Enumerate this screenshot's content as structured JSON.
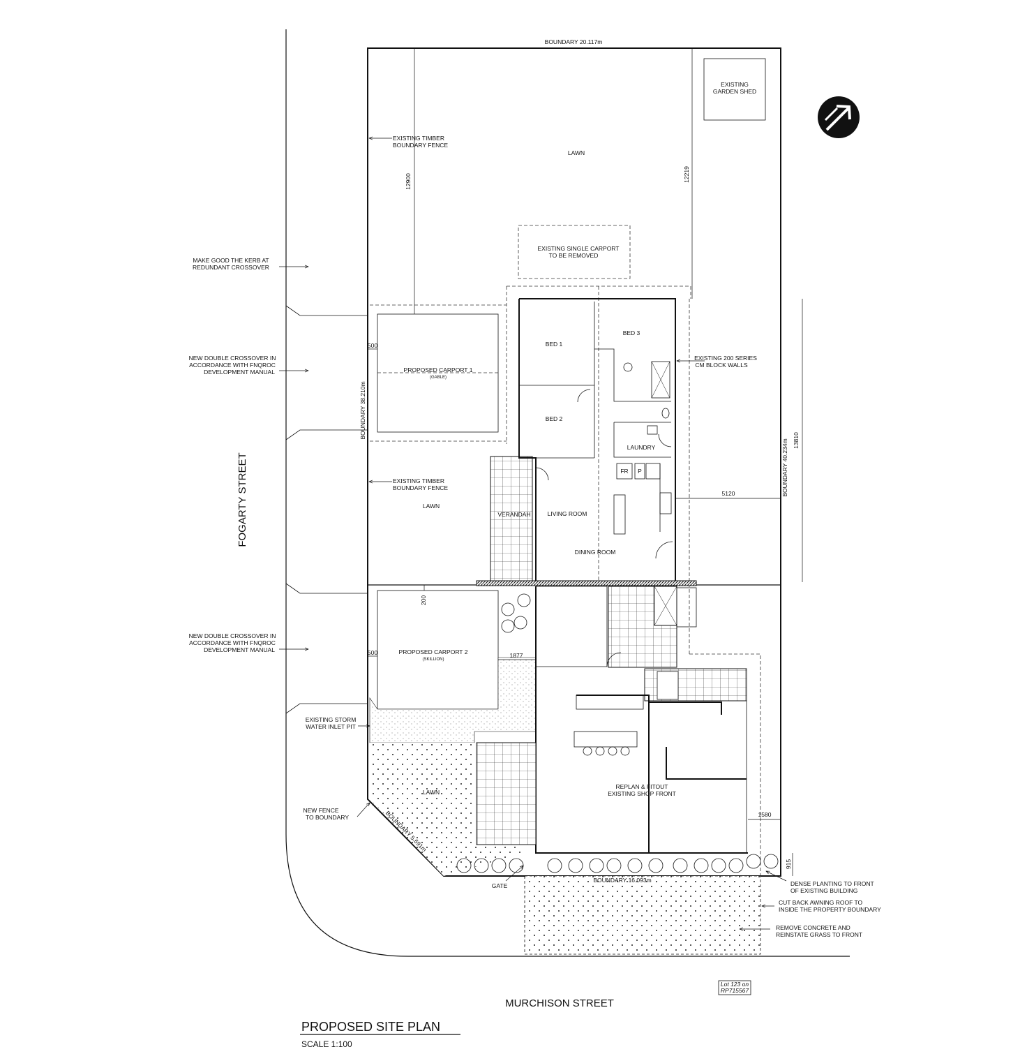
{
  "streets": {
    "left": "FOGARTY STREET",
    "bottom": "MURCHISON STREET"
  },
  "boundaries": {
    "top": "BOUNDARY 20.117m",
    "left": "BOUNDARY 38.210m",
    "right": "BOUNDARY 40.234m",
    "bottom": "BOUNDARY 16.093m",
    "corner": "BOUNDARY 5.691m"
  },
  "dimensions": {
    "d12900": "12900",
    "d12219": "12219",
    "d500a": "500",
    "d500b": "500",
    "d200": "200",
    "d1877": "1877",
    "d13810": "13810",
    "d5120": "5120",
    "d1580": "1580",
    "d915": "915"
  },
  "site_labels": {
    "lawn_top": "LAWN",
    "lawn_mid": "LAWN",
    "lawn_bottom": "LAWN",
    "shed_1": "EXISTING",
    "shed_2": "GARDEN SHED",
    "single_carport_1": "EXISTING SINGLE CARPORT",
    "single_carport_2": "TO BE REMOVED",
    "carport1": "PROPOSED CARPORT 1",
    "carport1_sub": "(GABLE)",
    "carport2": "PROPOSED CARPORT 2",
    "carport2_sub": "(SKILLION)",
    "verandah": "VERANDAH",
    "shop_1": "REPLAN & FITOUT",
    "shop_2": "EXISTING SHOP FRONT"
  },
  "rooms": {
    "bed1": "BED 1",
    "bed2": "BED 2",
    "bed3": "BED 3",
    "laundry": "LAUNDRY",
    "living": "LIVING ROOM",
    "dining": "DINING ROOM",
    "fr": "FR",
    "p": "P"
  },
  "notes": {
    "fence1_1": "EXISTING TIMBER",
    "fence1_2": "BOUNDARY FENCE",
    "fence2_1": "EXISTING TIMBER",
    "fence2_2": "BOUNDARY FENCE",
    "kerb_1": "MAKE GOOD THE KERB AT",
    "kerb_2": "REDUNDANT CROSSOVER",
    "cross1_1": "NEW DOUBLE CROSSOVER IN",
    "cross1_2": "ACCORDANCE WITH FNQROC",
    "cross1_3": "DEVELOPMENT MANUAL",
    "cross2_1": "NEW DOUBLE CROSSOVER IN",
    "cross2_2": "ACCORDANCE WITH FNQROC",
    "cross2_3": "DEVELOPMENT MANUAL",
    "storm_1": "EXISTING STORM",
    "storm_2": "WATER INLET PIT",
    "newfence_1": "NEW FENCE",
    "newfence_2": "TO BOUNDARY",
    "gate": "GATE",
    "walls_1": "EXISTING 200 SERIES",
    "walls_2": "CM BLOCK WALLS",
    "planting_1": "DENSE PLANTING TO FRONT",
    "planting_2": "OF EXISTING BUILDING",
    "awning_1": "CUT BACK AWNING ROOF TO",
    "awning_2": "INSIDE THE PROPERTY BOUNDARY",
    "concrete_1": "REMOVE CONCRETE AND",
    "concrete_2": "REINSTATE GRASS TO FRONT"
  },
  "lot": {
    "line1": "Lot 123 on",
    "line2": "RP715567"
  },
  "title": "PROPOSED SITE PLAN",
  "scale": "SCALE 1:100"
}
